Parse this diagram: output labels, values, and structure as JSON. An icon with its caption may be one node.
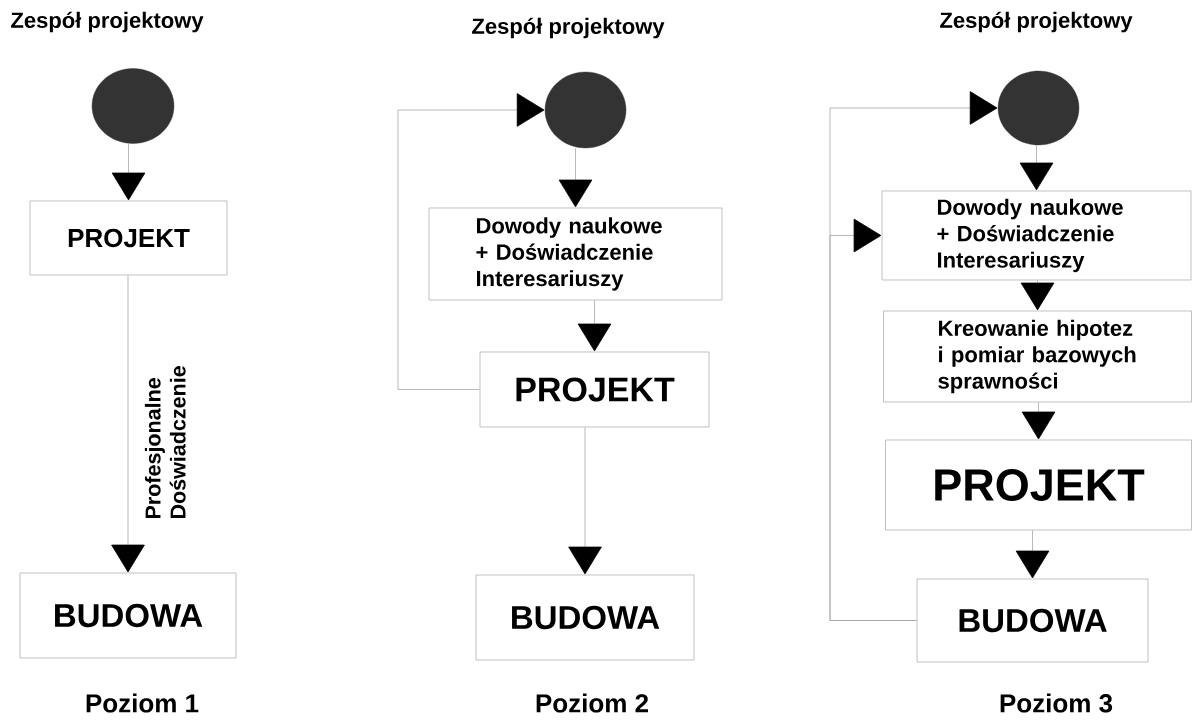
{
  "diagram": {
    "nodes": [
      {
        "text": [],
        "shape": "circle",
        "beside": [
          "Zespół projektowy"
        ]
      },
      {
        "text": [
          "PROJEKT"
        ]
      },
      {
        "text": [
          "BUDOWA"
        ]
      },
      {
        "text": [],
        "shape": "circle",
        "beside": [
          "Zespół projektowy"
        ]
      },
      {
        "text": [
          "Dowody naukowe + Doświadczenie Interesariuszy"
        ]
      },
      {
        "text": [
          "PROJEKT"
        ]
      },
      {
        "text": [
          "BUDOWA"
        ]
      },
      {
        "text": [],
        "shape": "circle",
        "beside": [
          "Zespół projektowy"
        ]
      },
      {
        "text": [
          "Dowody naukowe + Doświadczenie Interesariuszy"
        ]
      },
      {
        "text": [
          "Kreowanie hipotez i pomiar bazowych sprawności"
        ]
      },
      {
        "text": [
          "PROJEKT"
        ]
      },
      {
        "text": [
          "BUDOWA"
        ]
      }
    ],
    "edges": [
      {
        "from": 0,
        "to": 1,
        "arrow": "to"
      },
      {
        "from": 1,
        "to": 2,
        "arrow": "to",
        "label": "Profesjonalne Doświadczenie"
      },
      {
        "from": 3,
        "to": 4,
        "arrow": "to"
      },
      {
        "from": 4,
        "to": 5,
        "arrow": "to"
      },
      {
        "from": 5,
        "to": 6,
        "arrow": "to"
      },
      {
        "from": 5,
        "to": 3,
        "arrow": "to"
      },
      {
        "from": 7,
        "to": 8,
        "arrow": "to"
      },
      {
        "from": 8,
        "to": 9,
        "arrow": "to"
      },
      {
        "from": 9,
        "to": 10,
        "arrow": "to"
      },
      {
        "from": 10,
        "to": 11,
        "arrow": "to"
      },
      {
        "from": 11,
        "to": 7,
        "arrow": "to"
      },
      {
        "from": 11,
        "to": 8,
        "arrow": "to"
      }
    ],
    "labels": [
      "Poziom 1",
      "Poziom 2",
      "Poziom 3"
    ]
  }
}
